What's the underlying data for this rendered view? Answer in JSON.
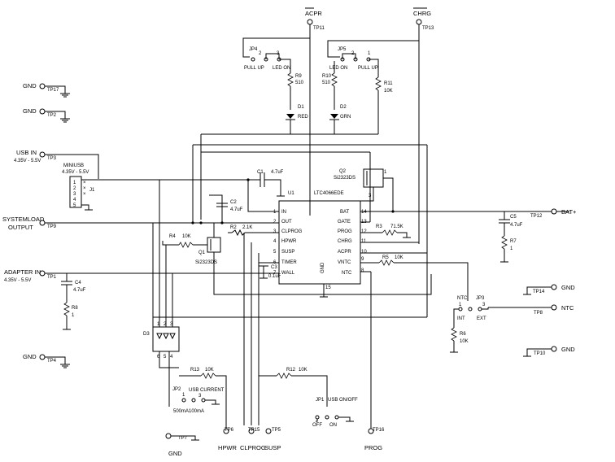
{
  "nets": {
    "acpr": "ACPR",
    "chrg": "CHRG",
    "gnd": "GND",
    "usb_in": "USB IN",
    "usb_in_range": "4.35V - 5.5V",
    "sysload": "SYSTEMLOAD",
    "sysload_output": "OUTPUT",
    "adapter_in": "ADAPTER IN",
    "adapter_range": "4.35V - 5.5V",
    "bat_plus": "BAT+",
    "ntc": "NTC",
    "hpwr": "HPWR",
    "clprog": "CLPROG",
    "susp": "SUSP",
    "prog": "PROG"
  },
  "testpoints": {
    "tp1": "TP1",
    "tp2": "TP2",
    "tp3": "TP3",
    "tp4": "TP4",
    "tp5": "TP5",
    "tp6": "TP6",
    "tp7": "TP7",
    "tp8": "TP8",
    "tp9": "TP9",
    "tp10": "TP10",
    "tp11": "TP11",
    "tp12": "TP12",
    "tp13": "TP13",
    "tp14": "TP14",
    "tp15": "TP15",
    "tp16": "TP16",
    "tp17": "TP17"
  },
  "ic": {
    "ref": "U1",
    "part": "LTC4066EDE",
    "gnd_label": "GND",
    "gnd_pin": "15",
    "left_pins": [
      {
        "num": "1",
        "name": "IN"
      },
      {
        "num": "2",
        "name": "OUT"
      },
      {
        "num": "3",
        "name": "CLPROG"
      },
      {
        "num": "4",
        "name": "HPWR"
      },
      {
        "num": "5",
        "name": "SUSP"
      },
      {
        "num": "6",
        "name": "TIMER"
      },
      {
        "num": "7",
        "name": "WALL"
      }
    ],
    "right_pins": [
      {
        "num": "14",
        "name": "BAT"
      },
      {
        "num": "13",
        "name": "GATE"
      },
      {
        "num": "12",
        "name": "PROG"
      },
      {
        "num": "11",
        "name": "CHRG"
      },
      {
        "num": "10",
        "name": "ACPR"
      },
      {
        "num": "9",
        "name": "VNTC"
      },
      {
        "num": "8",
        "name": "NTC"
      }
    ]
  },
  "components": {
    "jp4": "JP4",
    "jp4_pullup": "PULL UP",
    "jp4_ledon": "LED ON",
    "jp5": "JP5",
    "jp5_pullup": "PULL UP",
    "jp5_ledon": "LED ON",
    "r9": "R9",
    "r9_val": "510",
    "r10": "R10",
    "r10_val": "510",
    "r11": "R11",
    "r11_val": "10K",
    "d1": "D1",
    "d1_val": "RED",
    "d2": "D2",
    "d2_val": "GRN",
    "miniusb": "MINIUSB",
    "miniusb_range": "4.35V - 5.5V",
    "j1": "J1",
    "c1": "C1",
    "c1_val": "4.7uF",
    "c2": "C2",
    "c2_val": "4.7uF",
    "c3": "C3",
    "c3_val": "0.1uF",
    "c4": "C4",
    "c4_val": "4.7uF",
    "c5": "C5",
    "c5_val": "4.7uF",
    "q1": "Q1",
    "q1_val": "Si2323DS",
    "q2": "Q2",
    "q2_val": "Si2323DS",
    "r2": "R2",
    "r2_val": "2.1K",
    "r3": "R3",
    "r3_val": "71.5K",
    "r4": "R4",
    "r4_val": "10K",
    "r5": "R5",
    "r5_val": "10K",
    "r6": "R6",
    "r6_val": "10K",
    "r7": "R7",
    "r7_val": "1",
    "r8": "R8",
    "r8_val": "1",
    "r12": "R12",
    "r12_val": "10K",
    "r13": "R13",
    "r13_val": "10K",
    "d3": "D3",
    "jp1": "JP1",
    "jp1_label": "USB ON/OFF",
    "jp1_off": "OFF",
    "jp1_on": "ON",
    "jp2": "JP2",
    "jp2_label": "USB CURRENT",
    "jp2_500": "500mA",
    "jp2_100": "100mA",
    "jp3": "JP3",
    "jp3_ntc": "NTC",
    "jp3_int": "INT",
    "jp3_ext": "EXT"
  }
}
